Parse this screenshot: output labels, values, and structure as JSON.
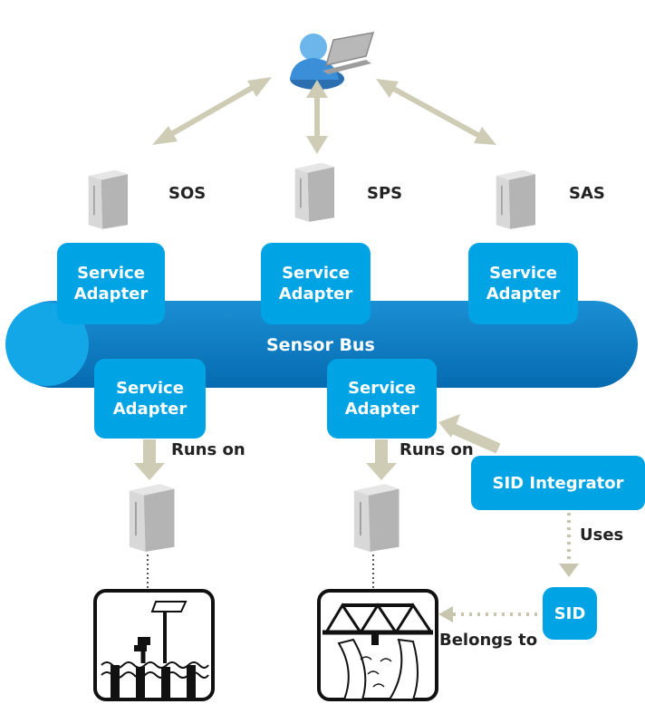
{
  "nodes": {
    "sos": "SOS",
    "sps": "SPS",
    "sas": "SAS",
    "bus": "Sensor Bus",
    "adapter_line1": "Service",
    "adapter_line2": "Adapter",
    "integrator": "SID Integrator",
    "sid": "SID"
  },
  "relations": {
    "runs_on": "Runs on",
    "uses": "Uses",
    "belongs_to": "Belongs to"
  },
  "colors": {
    "adapter": "#00a4e4",
    "bus": "#0a7cc4",
    "arrow": "#cfccb6",
    "dotted": "#c9c6b0"
  },
  "icons": [
    "user-laptop-icon",
    "server-icon",
    "water-sensor-station-icon",
    "bridge-sensor-station-icon"
  ]
}
